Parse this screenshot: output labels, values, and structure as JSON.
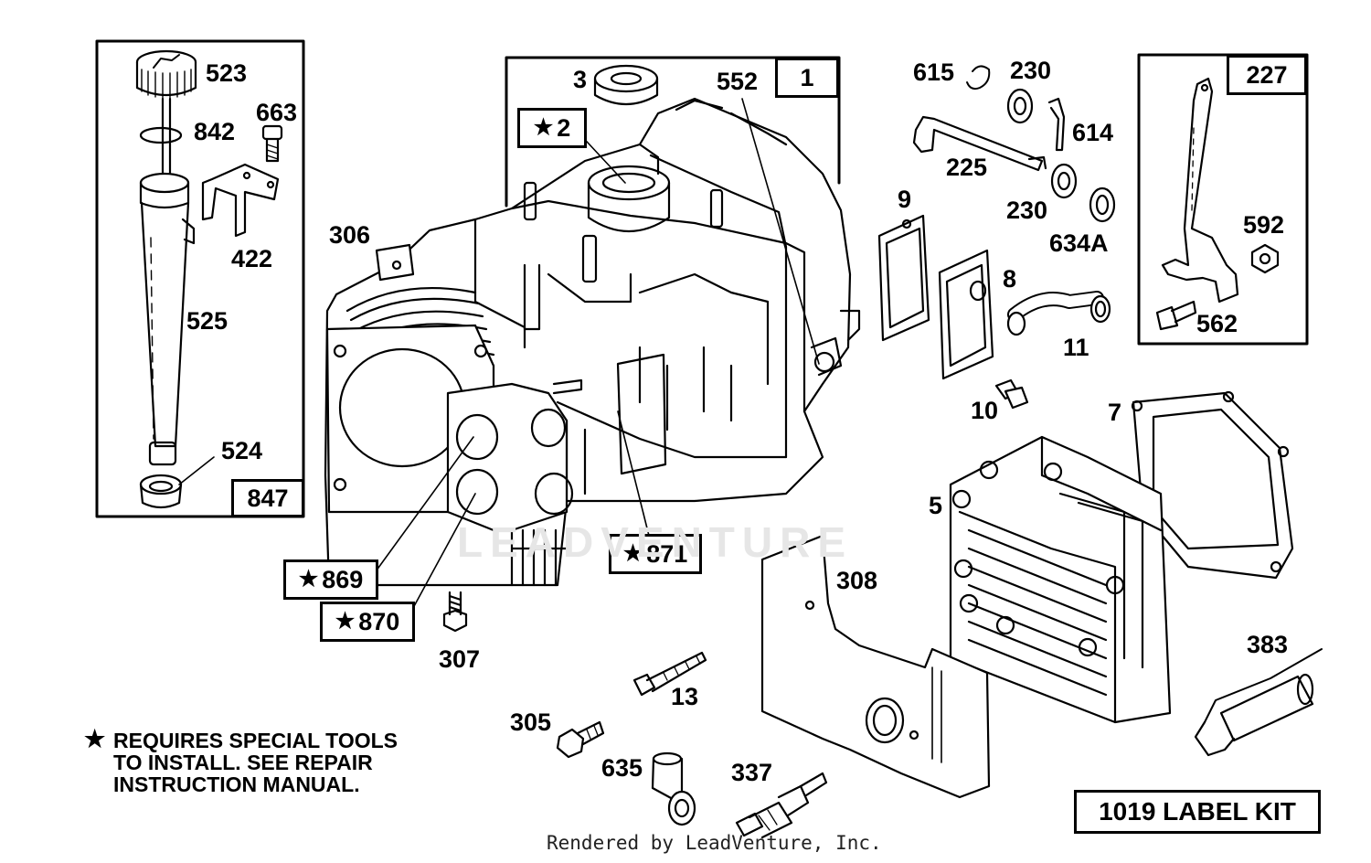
{
  "parts": [
    {
      "id": "523"
    },
    {
      "id": "842"
    },
    {
      "id": "663"
    },
    {
      "id": "422"
    },
    {
      "id": "525"
    },
    {
      "id": "524"
    },
    {
      "id": "3"
    },
    {
      "id": "552"
    },
    {
      "id": "306"
    },
    {
      "id": "615"
    },
    {
      "id": "230"
    },
    {
      "id": "614"
    },
    {
      "id": "225"
    },
    {
      "id": "230"
    },
    {
      "id": "634A"
    },
    {
      "id": "9"
    },
    {
      "id": "8"
    },
    {
      "id": "11"
    },
    {
      "id": "592"
    },
    {
      "id": "562"
    },
    {
      "id": "10"
    },
    {
      "id": "7"
    },
    {
      "id": "5"
    },
    {
      "id": "308"
    },
    {
      "id": "307"
    },
    {
      "id": "13"
    },
    {
      "id": "305"
    },
    {
      "id": "635"
    },
    {
      "id": "337"
    },
    {
      "id": "383"
    }
  ],
  "boxed": {
    "box_847": "847",
    "box_1": "1",
    "box_227": "227",
    "star_2": "2",
    "star_869": "869",
    "star_870": "870",
    "star_871": "871",
    "label_kit": "1019 LABEL KIT"
  },
  "star_symbol": "★",
  "note": {
    "line1": "REQUIRES SPECIAL TOOLS",
    "line2": "TO INSTALL.  SEE REPAIR",
    "line3": "INSTRUCTION MANUAL."
  },
  "watermark": "LEADVENTURE",
  "footer": "Rendered by LeadVenture, Inc."
}
